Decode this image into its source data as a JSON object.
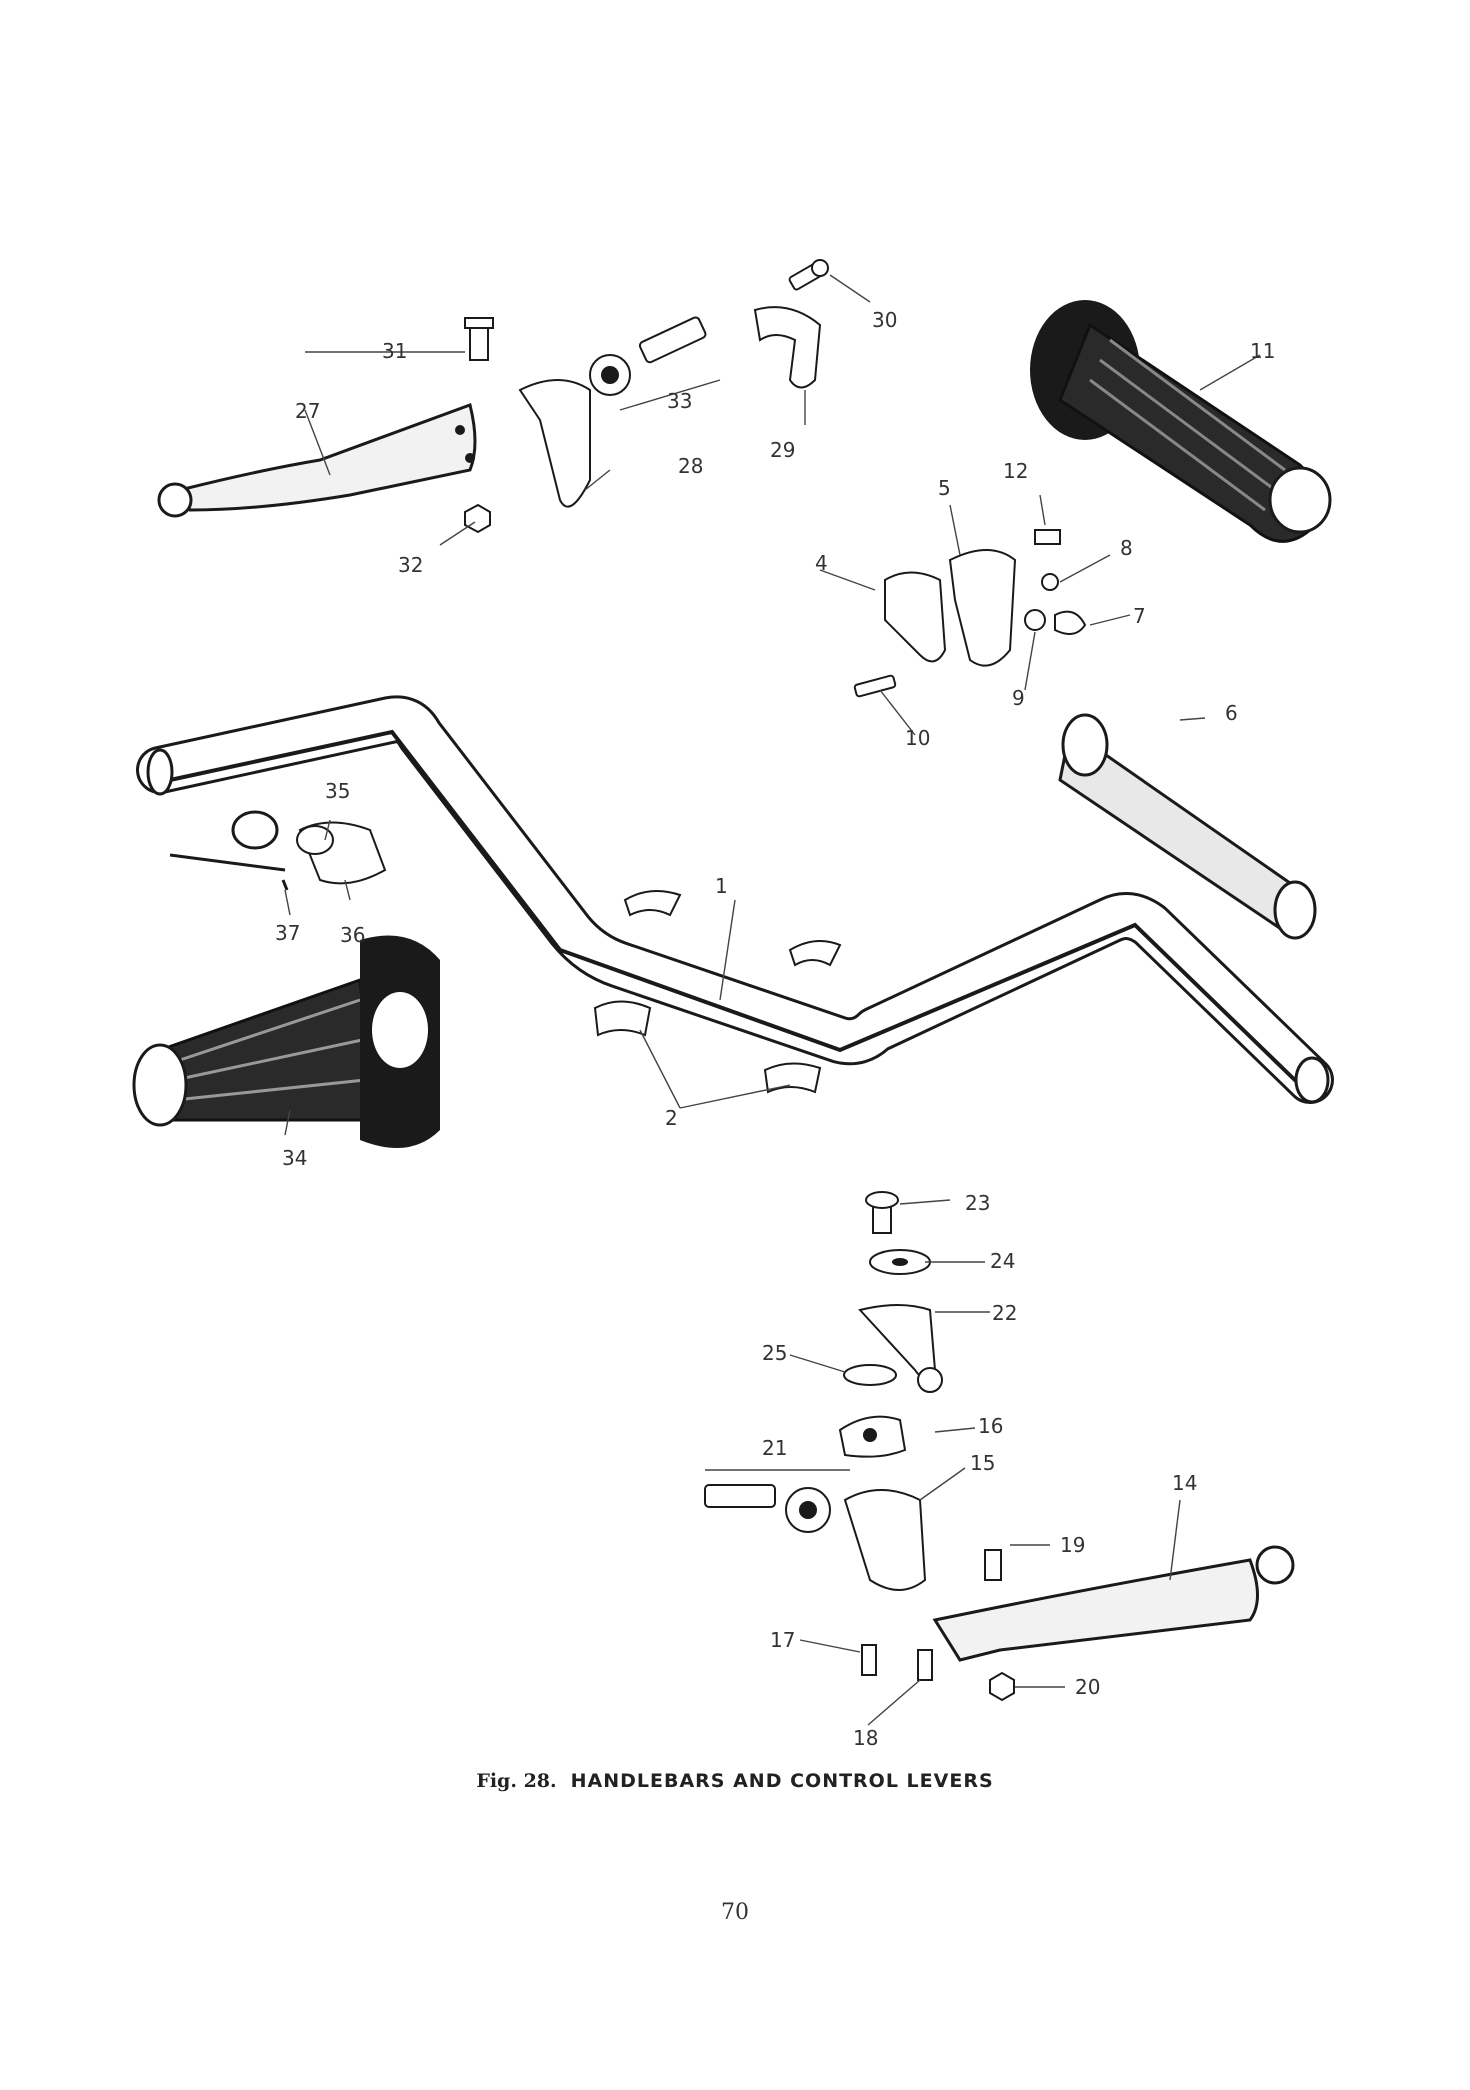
{
  "figure": {
    "fig_label": "Fig. 28.",
    "title": "HANDLEBARS AND CONTROL LEVERS"
  },
  "page_number": "70",
  "callouts": [
    "1",
    "2",
    "4",
    "5",
    "6",
    "7",
    "8",
    "9",
    "10",
    "11",
    "12",
    "14",
    "15",
    "16",
    "17",
    "18",
    "19",
    "20",
    "21",
    "22",
    "23",
    "24",
    "25",
    "27",
    "28",
    "29",
    "30",
    "31",
    "32",
    "33",
    "34",
    "35",
    "36",
    "37"
  ]
}
